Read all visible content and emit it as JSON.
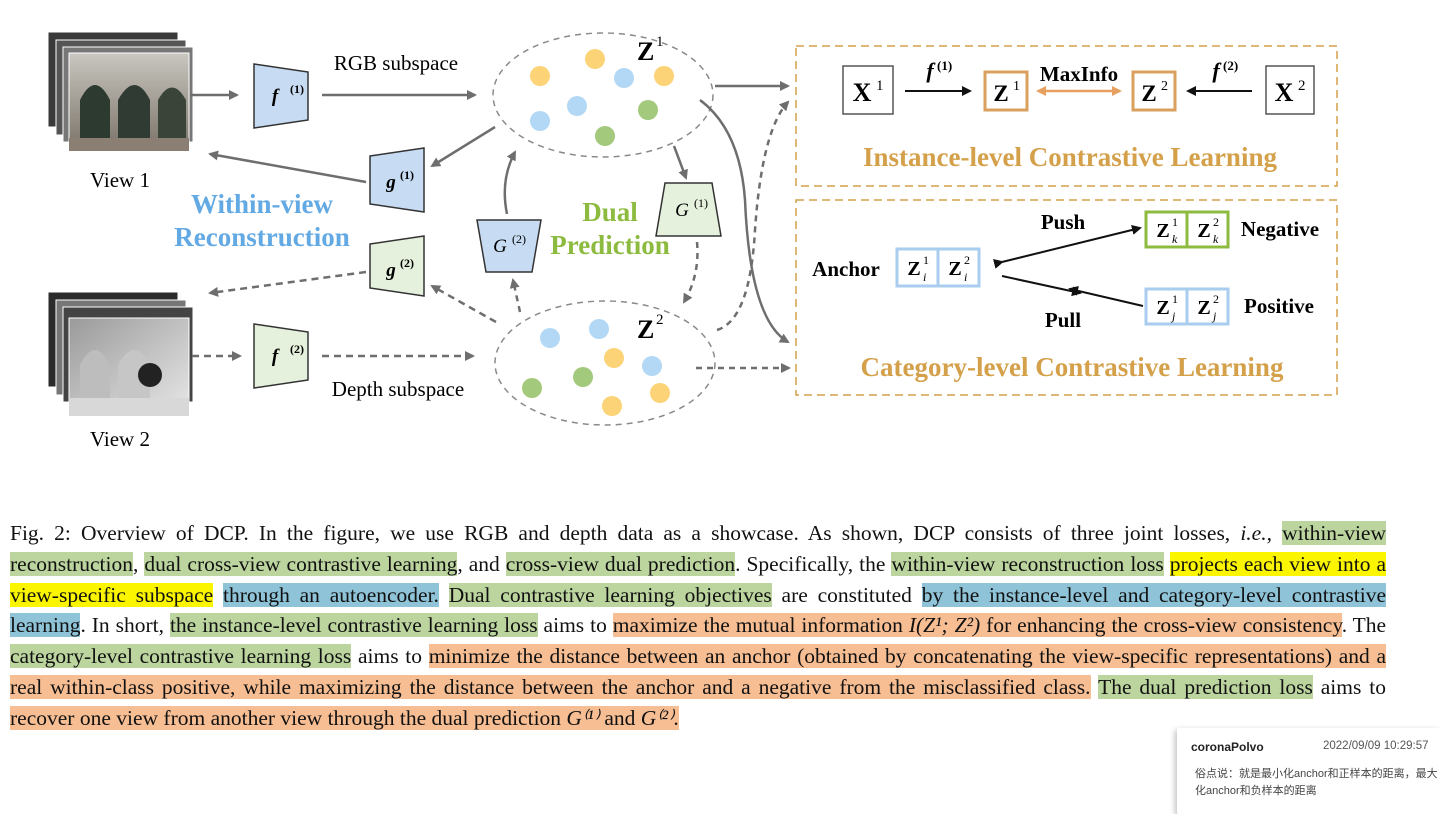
{
  "figure": {
    "view1_label": "View 1",
    "view2_label": "View 2",
    "rgb_subspace": "RGB subspace",
    "depth_subspace": "Depth subspace",
    "f1": "f",
    "f1_sup": "(1)",
    "f2": "f",
    "f2_sup": "(2)",
    "g1": "g",
    "g1_sup": "(1)",
    "g2": "g",
    "g2_sup": "(2)",
    "G1": "G",
    "G1_sup": "(1)",
    "G2": "G",
    "G2_sup": "(2)",
    "within_view_line1": "Within-view",
    "within_view_line2": "Reconstruction",
    "dual_line1": "Dual",
    "dual_line2": "Prediction",
    "z1": "Z",
    "z1_sup": "1",
    "z2": "Z",
    "z2_sup": "2",
    "instance": {
      "x1": "X",
      "x1_sup": "1",
      "f1": "f",
      "f1_sup": "(1)",
      "z1": "Z",
      "z1_sup": "1",
      "maxinfo": "MaxInfo",
      "z2": "Z",
      "z2_sup": "2",
      "f2": "f",
      "f2_sup": "(2)",
      "x2": "X",
      "x2_sup": "2",
      "title": "Instance-level Contrastive Learning"
    },
    "category": {
      "anchor": "Anchor",
      "push": "Push",
      "pull": "Pull",
      "negative": "Negative",
      "positive": "Positive",
      "z": "Z",
      "i": "i",
      "j": "j",
      "k": "k",
      "sup1": "1",
      "sup2": "2",
      "title": "Category-level Contrastive Learning"
    },
    "colors": {
      "blue_module": "#c7dcf2",
      "green_module": "#e5f1dc",
      "light_blue_text": "#63a9e3",
      "green_text": "#8dbb3f",
      "gold_text": "#d4a04a",
      "dot_yellow": "#fcd477",
      "dot_blue": "#b3d8f5",
      "dot_green": "#a3c97c"
    }
  },
  "caption": {
    "s1": "Fig. 2: Overview of DCP. In the figure, we use RGB and depth data as a showcase. As shown, DCP consists of three joint losses,",
    "ie": "i.e.",
    "s2": ",",
    "h1": "within-view reconstruction",
    "s3": ",",
    "h2": "dual cross-view contrastive learning",
    "s4": ", and",
    "h3": "cross-view dual prediction",
    "s5": ". Specifically, the",
    "h4": "within-view reconstruction loss",
    "h5": "projects each view into a view-specific subspace",
    "h6": "through an autoencoder.",
    "h7": "Dual contrastive learning objectives",
    "s6": "are constituted",
    "h8": "by the instance-level and category-level contrastive learning",
    "s7": ". In short,",
    "h9": "the instance-level contrastive learning loss",
    "s8": "aims to",
    "h10a": "maximize the mutual information",
    "m1": "I(Z¹; Z²)",
    "h10b": "for enhancing the cross-view consistency",
    "s9": ". The",
    "h11": "category-level contrastive learning loss",
    "s10": "aims to",
    "h12": "minimize the distance between an anchor (obtained by concatenating the view-specific representations) and a real within-class positive, while maximizing the distance between the anchor and a negative from the misclassified class.",
    "h13": "The dual prediction loss",
    "s11": "aims to",
    "h14a": "recover one view from another view through the dual prediction",
    "m2": "G⁽¹⁾",
    "h14b": "and",
    "m3": "G⁽²⁾",
    "h14c": "."
  },
  "comment": {
    "author": "coronaPolvo",
    "time": "2022/09/09 10:29:57",
    "text": "俗点说：就是最小化anchor和正样本的距离，最大化anchor和负样本的距离"
  }
}
